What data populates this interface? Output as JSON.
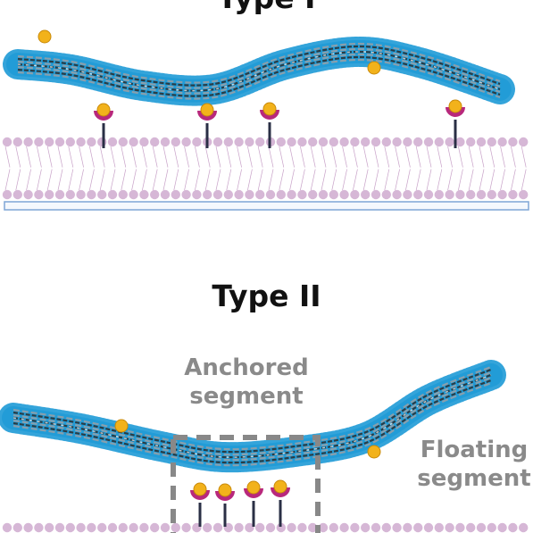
{
  "type1_title": "Type I",
  "type2_title": "Type II",
  "anchored_label": [
    "Anchored",
    "segment"
  ],
  "floating_label": [
    "Floating",
    "segment"
  ],
  "colors": {
    "fiber_blue": "#1e9ad6",
    "fiber_dark": "#2b2b2b",
    "fiber_gray": "#9aa0a6",
    "ligand_gold": "#f2b21b",
    "receptor_magenta": "#b8287c",
    "receptor_stem": "#2a2f45",
    "lipid_head": "#d6b7d6",
    "lipid_tail": "#c9a3c9",
    "substrate_border": "#7fa6d6",
    "box_dash": "#888888",
    "label_gray": "#8a8a8a"
  },
  "icons": [
    "ligand-particle",
    "receptor-icon",
    "lipid-bilayer",
    "fiber-bundle"
  ]
}
